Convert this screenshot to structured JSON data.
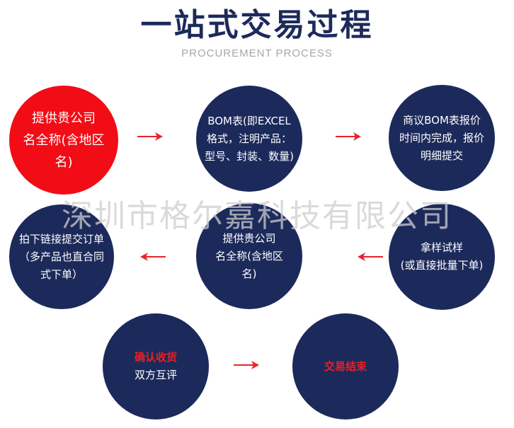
{
  "header": {
    "title": "一站式交易过程",
    "subtitle": "PROCUREMENT PROCESS"
  },
  "colors": {
    "navy": "#1c2a5b",
    "red": "#f20c16",
    "arrow_red": "#e8232b"
  },
  "steps": [
    {
      "lines": [
        "提供贵公司",
        "名全称(含地区",
        "名)"
      ]
    },
    {
      "lines": [
        "BOM表(即EXCEL",
        "格式，注明产品：",
        "型号、封装、数量)"
      ]
    },
    {
      "lines": [
        "商议BOM表报价",
        "时间内完成，报价",
        "明细提交"
      ]
    },
    {
      "lines": [
        "拿样试样",
        "(或直接批量下单)"
      ]
    },
    {
      "lines": [
        "提供贵公司",
        "名全称(含地区",
        "名)"
      ]
    },
    {
      "lines": [
        "拍下链接提交订单",
        "（多产品也直合同",
        "式下单）"
      ]
    },
    {
      "lines": [
        "确认收货",
        "双方互评"
      ]
    },
    {
      "lines": [
        "交易结束"
      ]
    }
  ],
  "watermark": "深圳市格尔嘉科技有限公司"
}
